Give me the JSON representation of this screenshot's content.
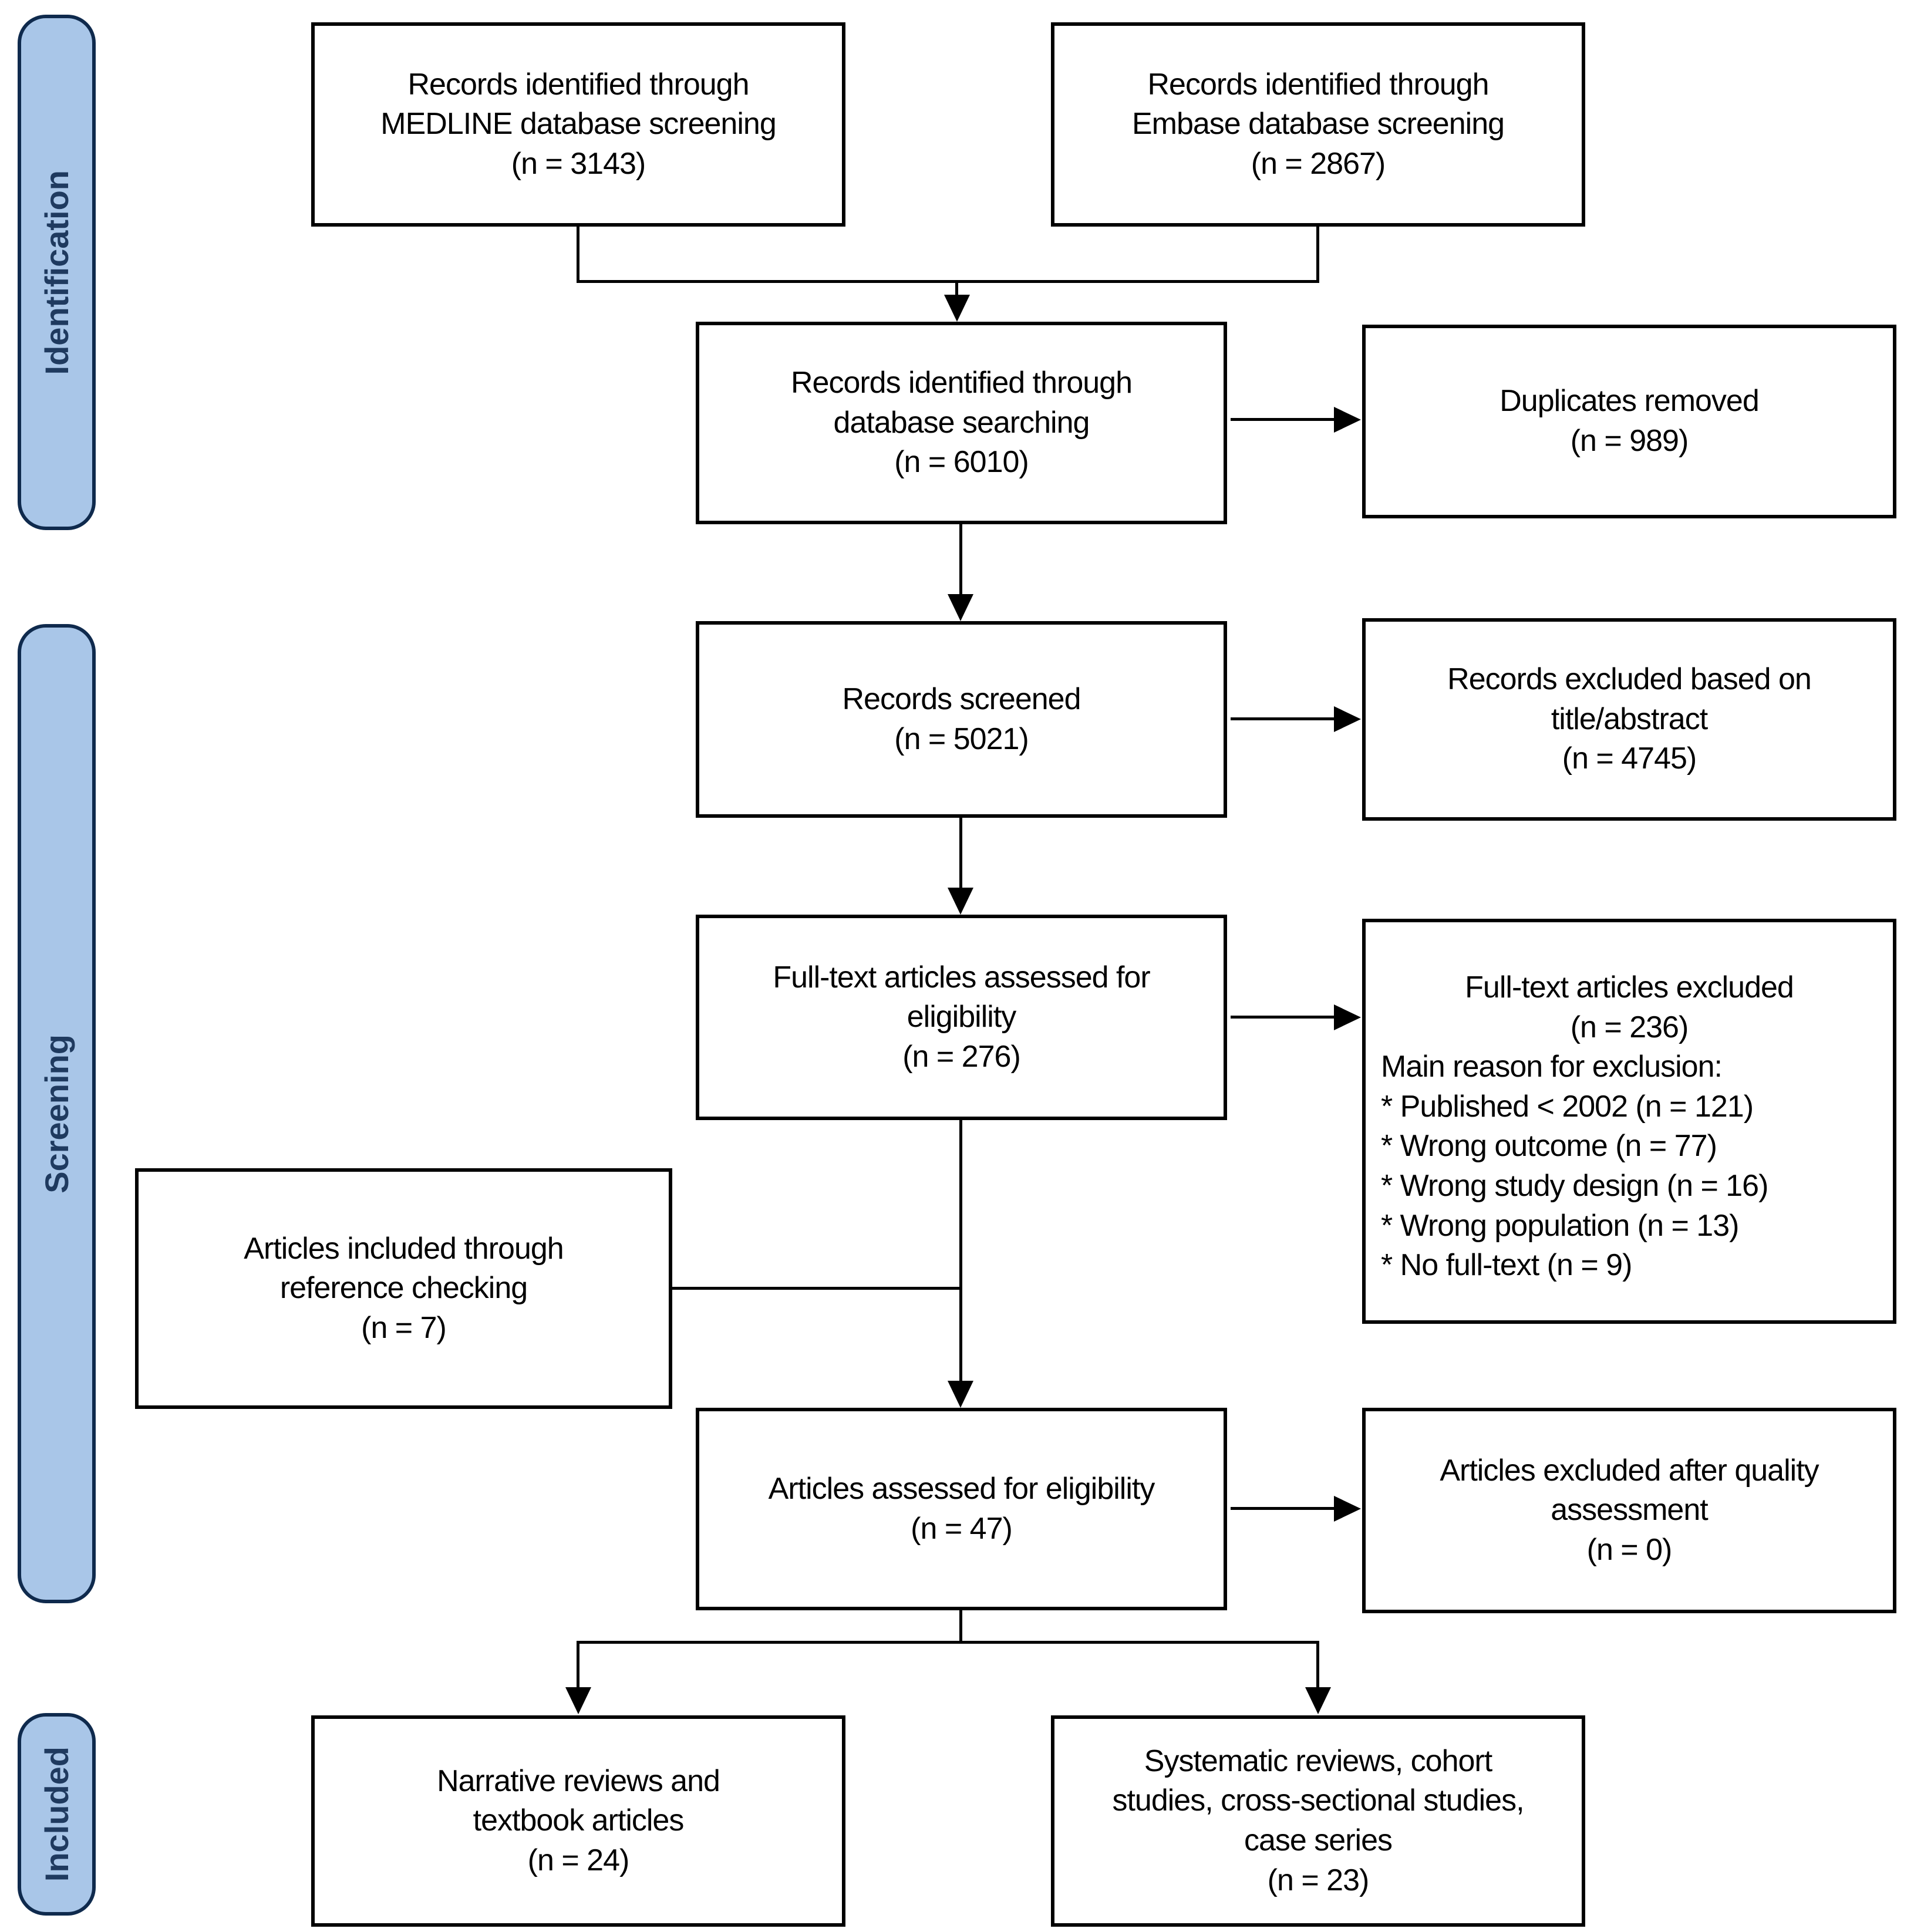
{
  "diagram": {
    "type": "prisma-flow-diagram",
    "stages": [
      {
        "id": "identification",
        "label": "Identification"
      },
      {
        "id": "screening",
        "label": "Screening"
      },
      {
        "id": "included",
        "label": "Included"
      }
    ],
    "nodes": {
      "medline": {
        "text": "Records identified through\nMEDLINE database screening\n(n = 3143)"
      },
      "embase": {
        "text": "Records identified through\nEmbase database screening\n(n = 2867)"
      },
      "searching": {
        "text": "Records identified through\ndatabase searching\n(n = 6010)"
      },
      "duplicates": {
        "text": "Duplicates removed\n(n = 989)"
      },
      "screened": {
        "text": "Records screened\n(n = 5021)"
      },
      "excluded_title_abstract": {
        "text": "Records excluded based on\ntitle/abstract\n(n = 4745)"
      },
      "fulltext_assessed": {
        "text": "Full-text articles assessed for\neligibility\n(n = 276)"
      },
      "fulltext_excluded": {
        "title": "Full-text articles excluded\n(n = 236)",
        "reasons": "Main reason for exclusion:\n* Published < 2002 (n = 121)\n* Wrong outcome (n = 77)\n* Wrong study design (n = 16)\n* Wrong population (n = 13)\n* No full-text (n = 9)"
      },
      "reference_checking": {
        "text": "Articles included through\nreference checking\n(n = 7)"
      },
      "articles_assessed": {
        "text": "Articles assessed for eligibility\n(n = 47)"
      },
      "quality_excluded": {
        "text": "Articles excluded after quality\nassessment\n(n = 0)"
      },
      "narrative_reviews": {
        "text": "Narrative reviews and\ntextbook articles\n(n = 24)"
      },
      "systematic_reviews": {
        "text": "Systematic reviews, cohort\nstudies, cross-sectional studies,\ncase series\n(n = 23)"
      }
    },
    "colors": {
      "stage_fill": "#a9c6e8",
      "stage_border": "#0f2a4d",
      "stage_text": "#1f3a5f",
      "box_border": "#000000",
      "line": "#000000",
      "background": "#ffffff"
    }
  }
}
